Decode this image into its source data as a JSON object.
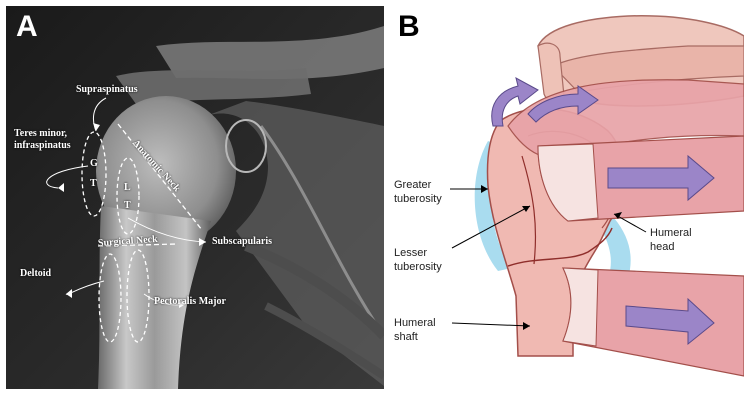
{
  "panel_a": {
    "letter": "A",
    "labels": {
      "supraspinatus": "Supraspinatus",
      "teres_line1": "Teres minor,",
      "teres_line2": "infraspinatus",
      "gt_g": "G",
      "gt_t": "T",
      "lt_l": "L",
      "lt_t": "T",
      "anatomic_neck": "Anatomic Neck",
      "surgical_neck": "Surgical Neck",
      "subscapularis": "Subscapularis",
      "deltoid": "Deltoid",
      "pectoralis_major": "Pectoralis Major"
    }
  },
  "panel_b": {
    "letter": "B",
    "labels": {
      "greater_1": "Greater",
      "greater_2": "tuberosity",
      "lesser_1": "Lesser",
      "lesser_2": "tuberosity",
      "head_1": "Humeral",
      "head_2": "head",
      "shaft_1": "Humeral",
      "shaft_2": "shaft"
    },
    "colors": {
      "muscle": "#e8a3a8",
      "bone": "#efb9b3",
      "arrow": "#9b85c8",
      "cartilage": "#a9dcef"
    }
  }
}
